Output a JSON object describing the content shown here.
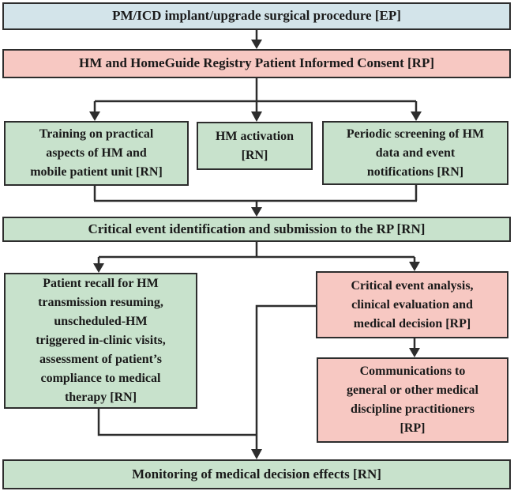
{
  "colors": {
    "ep_fill": "#d3e4ea",
    "rp_fill": "#f7c8c2",
    "rn_fill": "#c8e2cc",
    "border": "#2d2d2d",
    "connector": "#2d2d2d",
    "text": "#1a1a1a",
    "background": "#ffffff"
  },
  "nodes": {
    "surgery": {
      "label": "PM/ICD implant/upgrade surgical procedure [EP]",
      "role_tag": "EP"
    },
    "consent": {
      "label": "HM and HomeGuide Registry Patient Informed Consent  [RP]",
      "role_tag": "RP"
    },
    "training": {
      "label": "Training on practical\naspects of HM and\nmobile patient unit [RN]",
      "role_tag": "RN"
    },
    "activation": {
      "label": "HM activation\n[RN]",
      "role_tag": "RN"
    },
    "screening": {
      "label": "Periodic screening of HM\ndata and event\nnotifications [RN]",
      "role_tag": "RN"
    },
    "identification": {
      "label": "Critical event identification and submission to the RP [RN]",
      "role_tag": "RN"
    },
    "recall": {
      "label": "Patient recall for HM\ntransmission resuming,\nunscheduled-HM\ntriggered in-clinic visits,\nassessment of patient’s\ncompliance to medical\ntherapy [RN]",
      "role_tag": "RN"
    },
    "analysis": {
      "label": "Critical event analysis,\nclinical evaluation and\nmedical decision [RP]",
      "role_tag": "RP"
    },
    "communications": {
      "label": "Communications to\ngeneral or other medical\ndiscipline practitioners\n[RP]",
      "role_tag": "RP"
    },
    "monitoring": {
      "label": "Monitoring of medical decision effects [RN]",
      "role_tag": "RN"
    }
  }
}
